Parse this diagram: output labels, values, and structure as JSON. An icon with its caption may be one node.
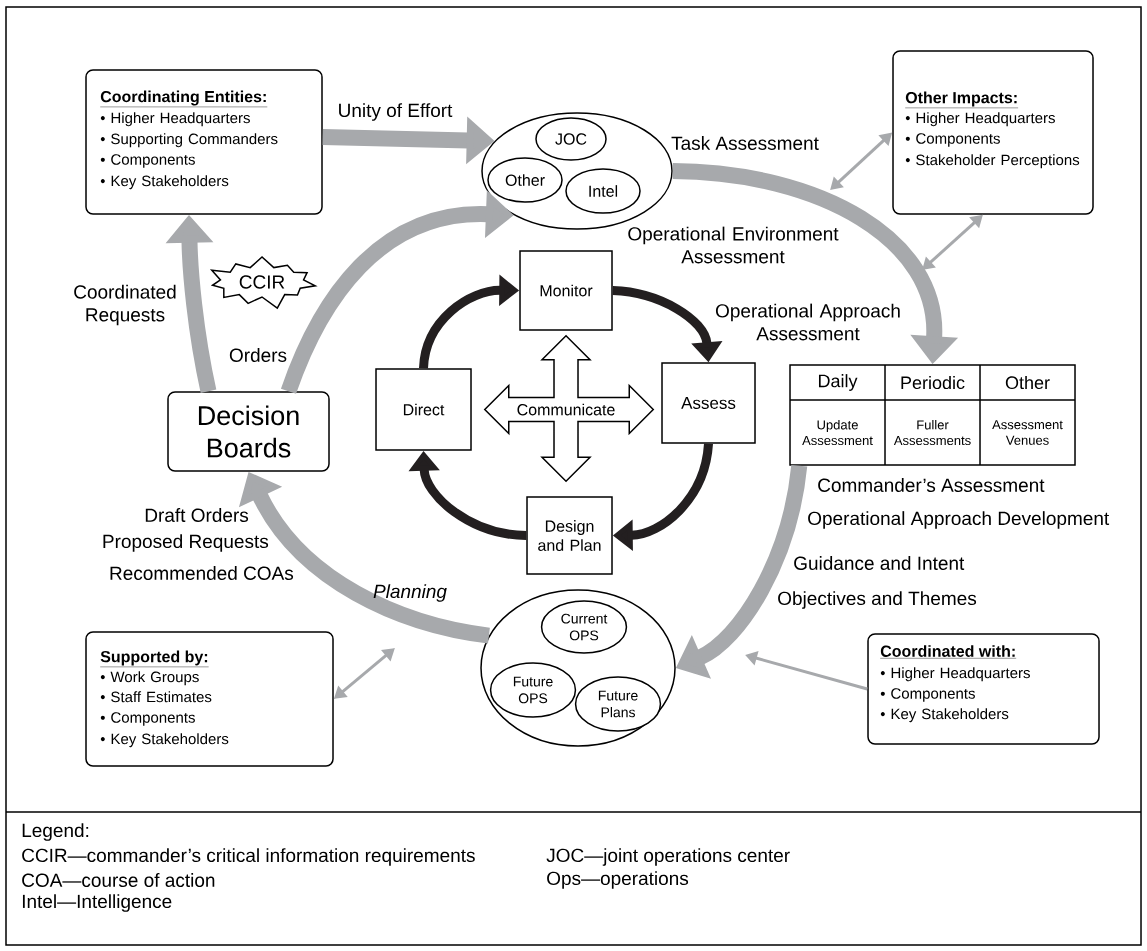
{
  "diagram": {
    "nodes": [
      {
        "text": [
          "Coordinating Entities:",
          "• Higher Headquarters",
          "• Supporting Commanders",
          "• Components",
          "• Key Stakeholders"
        ]
      },
      {
        "text": [],
        "shape": "ellipse"
      },
      {
        "text": [
          "JOC"
        ],
        "in": 1
      },
      {
        "text": [
          "Other"
        ],
        "in": 1
      },
      {
        "text": [
          "Intel"
        ],
        "in": 1
      },
      {
        "text": [
          "Other Impacts:",
          "• Higher Headquarters",
          "• Components",
          "• Stakeholder Perceptions"
        ]
      },
      {
        "text": [
          "Monitor"
        ]
      },
      {
        "text": [
          "Direct"
        ]
      },
      {
        "text": [
          "Assess"
        ]
      },
      {
        "text": [
          "Design and Plan"
        ]
      },
      {
        "text": [
          "Decision Boards"
        ]
      },
      {
        "text": [
          "CCIR"
        ]
      },
      {
        "text": [
          "Daily",
          "Periodic",
          "Other",
          "Update Assessment",
          "Fuller Assessments",
          "Assessment Venues"
        ]
      },
      {
        "text": [],
        "shape": "ellipse"
      },
      {
        "text": [
          "Current OPS"
        ],
        "in": 13
      },
      {
        "text": [
          "Future OPS"
        ],
        "in": 13
      },
      {
        "text": [
          "Future Plans"
        ],
        "in": 13
      },
      {
        "text": [
          "Supported by:",
          "• Work Groups",
          "• Staff Estimates",
          "• Components",
          "• Key Stakeholders"
        ]
      },
      {
        "text": [
          "Coordinated with:",
          "• Higher Headquarters",
          "• Components",
          "• Key Stakeholders"
        ]
      }
    ],
    "edges": [
      {
        "from": 0,
        "to": 1,
        "arrow": "to",
        "label": "Unity of Effort"
      },
      {
        "from": 10,
        "to": 0,
        "arrow": "to",
        "label": "Coordinated Requests"
      },
      {
        "from": 10,
        "to": 1,
        "arrow": "to",
        "label": "Orders"
      },
      {
        "from": 1,
        "to": 12,
        "arrow": "to",
        "label": "Task Assessment"
      },
      {
        "from": 12,
        "to": 13,
        "arrow": "to",
        "label": "Commander’s Assessment"
      },
      {
        "from": 13,
        "to": 10,
        "arrow": "to",
        "label": "Planning"
      },
      {
        "from": 7,
        "to": 6,
        "arrow": "to",
        "color": "#231f20"
      },
      {
        "from": 6,
        "to": 8,
        "arrow": "to",
        "color": "#231f20"
      },
      {
        "from": 8,
        "to": 9,
        "arrow": "to",
        "color": "#231f20"
      },
      {
        "from": 9,
        "to": 7,
        "arrow": "to",
        "color": "#231f20"
      },
      {
        "from": 5,
        "to": null,
        "arrow": "both"
      },
      {
        "from": 5,
        "to": null,
        "arrow": "both"
      },
      {
        "from": 17,
        "to": null,
        "arrow": "both"
      },
      {
        "from": 18,
        "to": null,
        "arrow": "to"
      },
      {
        "from": 7,
        "to": 8,
        "arrow": "both",
        "label": "Communicate"
      },
      {
        "from": 6,
        "to": 9,
        "arrow": "both"
      }
    ],
    "labels": [
      "Draft Orders",
      "Proposed Requests",
      "Recommended COAs",
      "Operational Environment Assessment",
      "Operational Approach Assessment",
      "Operational Approach Development",
      "Guidance and Intent",
      "Objectives and Themes",
      "Legend:",
      "CCIR—commander’s critical information requirements",
      "COA—course of action",
      "Intel—Intelligence",
      "JOC—joint operations center",
      "Ops—operations"
    ]
  }
}
